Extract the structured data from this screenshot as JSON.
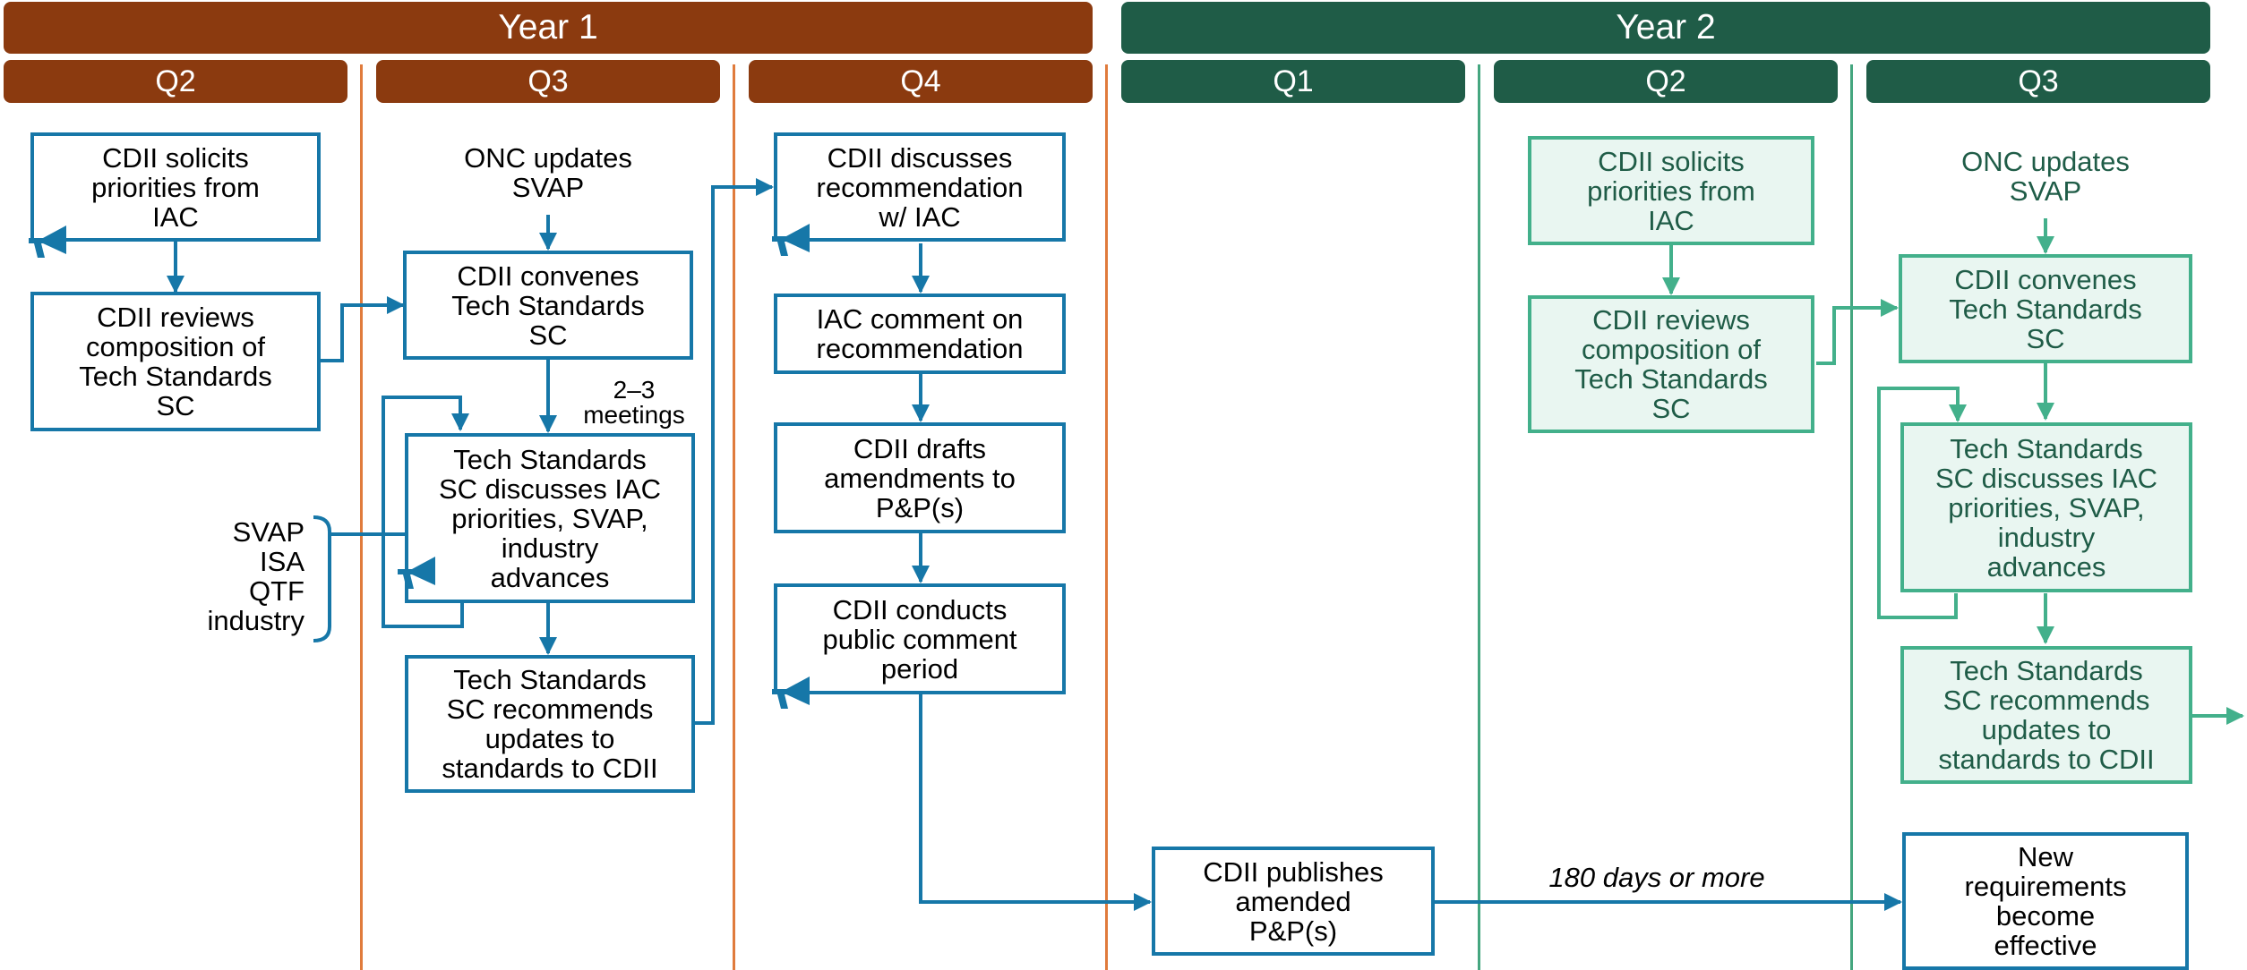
{
  "years": [
    {
      "label": "Year 1"
    },
    {
      "label": "Year 2"
    }
  ],
  "quarters": [
    {
      "label": "Q2"
    },
    {
      "label": "Q3"
    },
    {
      "label": "Q4"
    },
    {
      "label": "Q1"
    },
    {
      "label": "Q2"
    },
    {
      "label": "Q3"
    }
  ],
  "year1": {
    "q2": {
      "solicits": "CDII solicits\npriorities from\nIAC",
      "reviews": "CDII reviews\ncomposition of\nTech Standards\nSC"
    },
    "q3": {
      "onc": "ONC updates\nSVAP",
      "convenes": "CDII convenes\nTech Standards\nSC",
      "meetings": "2–3\nmeetings",
      "discusses": "Tech Standards\nSC discusses IAC\npriorities, SVAP,\nindustry\nadvances",
      "recommends": "Tech Standards\nSC recommends\nupdates to\nstandards to CDII",
      "inputs": "SVAP\nISA\nQTF\nindustry"
    },
    "q4": {
      "discusses_rec": "CDII discusses\nrecommendation\nw/ IAC",
      "iac_comment": "IAC comment on\nrecommendation",
      "drafts": "CDII drafts\namendments to\nP&P(s)",
      "public_comment": "CDII conducts\npublic comment\nperiod"
    }
  },
  "year2": {
    "q1": {
      "publishes": "CDII publishes\namended\nP&P(s)"
    },
    "timeline_note": "180 days or more",
    "q2": {
      "solicits": "CDII solicits\npriorities from\nIAC",
      "reviews": "CDII reviews\ncomposition of\nTech Standards\nSC"
    },
    "q3": {
      "onc": "ONC updates\nSVAP",
      "convenes": "CDII convenes\nTech Standards\nSC",
      "discusses": "Tech Standards\nSC discusses IAC\npriorities, SVAP,\nindustry\nadvances",
      "recommends": "Tech Standards\nSC recommends\nupdates to\nstandards to CDII",
      "effective": "New\nrequirements\nbecome\neffective"
    }
  },
  "colors": {
    "year1": "#8b3a0f",
    "year2": "#1f5c47",
    "blue": "#1677a8",
    "green": "#43b08b",
    "orange_divider": "#e07b3c"
  },
  "icons": [
    "megaphone-icon"
  ]
}
